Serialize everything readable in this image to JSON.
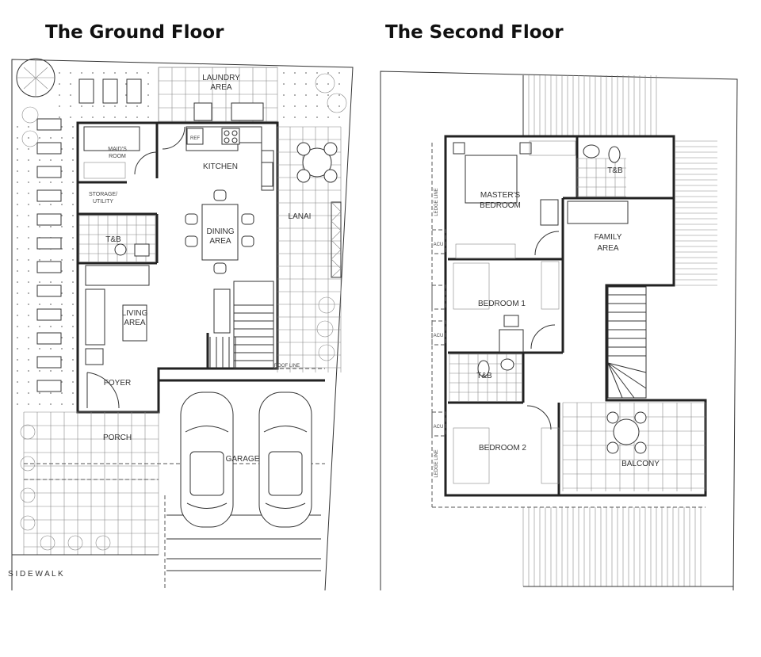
{
  "titles": {
    "ground": "The Ground Floor",
    "second": "The Second Floor"
  },
  "ground": {
    "laundry": [
      "LAUNDRY",
      "AREA"
    ],
    "maids": [
      "MAID'S",
      "ROOM"
    ],
    "storage": [
      "STORAGE/",
      "UTILITY"
    ],
    "tb": "T&B",
    "kitchen": "KITCHEN",
    "ref": "REF",
    "dining": [
      "DINING",
      "AREA"
    ],
    "lanai": "LANAI",
    "living": [
      "LIVING",
      "AREA"
    ],
    "foyer": "FOYER",
    "porch": "PORCH",
    "garage": "GARAGE",
    "sidewalk": "S I D E W A L K",
    "roof_line": "ROOF LINE"
  },
  "second": {
    "masters": [
      "MASTER'S",
      "BEDROOM"
    ],
    "tb1": "T&B",
    "family": [
      "FAMILY",
      "AREA"
    ],
    "bedroom1": "BEDROOM 1",
    "tb2": "T&B",
    "bedroom2": "BEDROOM 2",
    "balcony": "BALCONY",
    "acu": "ACU",
    "ledge_line": "LEDGE LINE"
  }
}
